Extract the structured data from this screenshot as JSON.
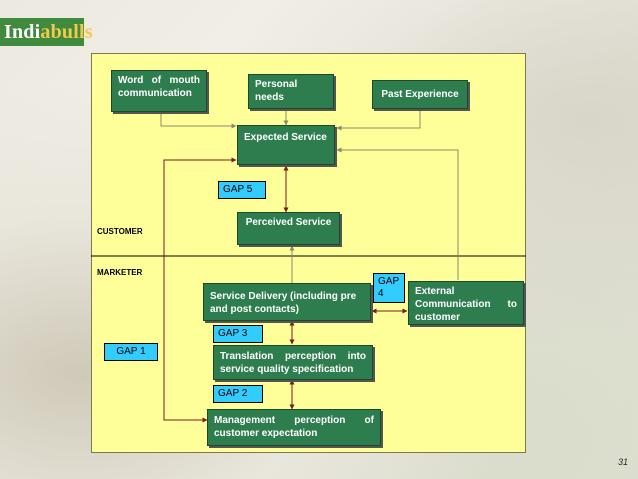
{
  "logo": {
    "part1": "Indi",
    "part2": "abulls"
  },
  "section_labels": {
    "customer": "CUSTOMER",
    "marketer": "MARKETER"
  },
  "boxes": {
    "word_of_mouth": "Word of mouth communication",
    "personal_needs": "Personal needs",
    "past_experience": "Past Experience",
    "expected_service": "Expected Service",
    "perceived_service": "Perceived Service",
    "service_delivery": "Service Delivery (including pre and post contacts)",
    "external_communication": "External Communication to customer",
    "translation": "Translation perception into service quality specification",
    "management_perception": "Management perception of customer expectation"
  },
  "gaps": {
    "gap1": "GAP 1",
    "gap2": "GAP 2",
    "gap3": "GAP 3",
    "gap4": "GAP 4",
    "gap5": "GAP 5"
  },
  "page_number": "31",
  "colors": {
    "box_green": "#2e7d4f",
    "gap_blue": "#33ccff",
    "panel_yellow": "#ffff99",
    "arrow_dark_red": "#7a1a1a"
  }
}
